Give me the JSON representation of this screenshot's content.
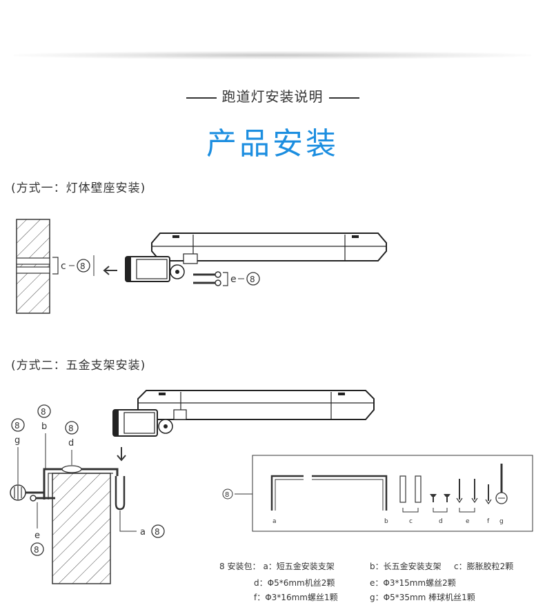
{
  "header": {
    "subtitle": "跑道灯安装说明",
    "title": "产品安装"
  },
  "methods": [
    {
      "label": "(方式一：灯体壁座安装)"
    },
    {
      "label": "(方式二：五金支架安装)"
    }
  ],
  "callouts": {
    "c": "c",
    "e": "e",
    "a": "a",
    "b": "b",
    "d": "d",
    "g": "g",
    "num": "⑧"
  },
  "kit": {
    "parts": [
      "a",
      "b",
      "c",
      "d",
      "e",
      "f",
      "g"
    ],
    "legend": {
      "prefix": "8 安装包：",
      "a": "a：短五金安装支架",
      "b": "b：长五金安装支架",
      "c": "c：膨胀胶粒2颗",
      "d": "d：Φ5*6mm机丝2颗",
      "e": "e：Φ3*15mm螺丝2颗",
      "f": "f：Φ3*16mm螺丝1颗",
      "g": "g：Φ5*35mm 棒球机丝1颗"
    }
  },
  "colors": {
    "accent": "#1c8ee0",
    "line": "#333333"
  }
}
